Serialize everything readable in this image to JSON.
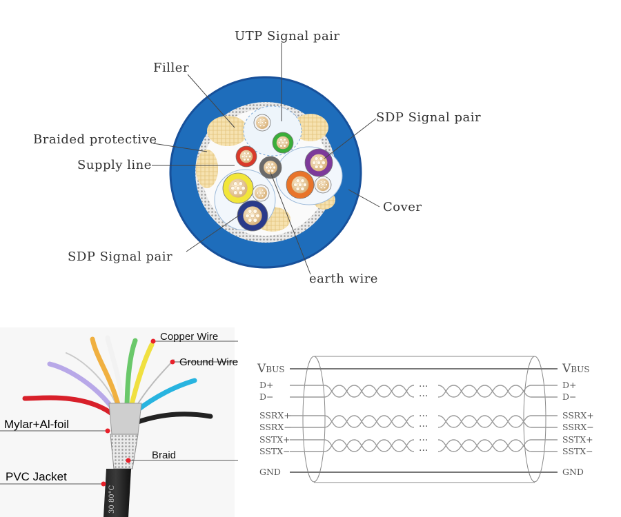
{
  "cross_section": {
    "labels": {
      "utp": "UTP Signal pair",
      "filler": "Filler",
      "sdp_right": "SDP Signal pair",
      "braided": "Braided protective",
      "supply": "Supply line",
      "cover": "Cover",
      "sdp_left": "SDP Signal pair",
      "earth": "earth wire"
    },
    "colors": {
      "jacket": "#1e6dbb",
      "jacket_dark": "#17509a",
      "filler": "#f3dca6",
      "core_red": "#d93a2a",
      "core_green": "#3aae3a",
      "core_purple": "#7d3a9a",
      "core_orange": "#e8742a",
      "core_yellow": "#f2e63a",
      "core_navy": "#2a3a8a",
      "core_gray": "#6a6a6a"
    }
  },
  "cable_photo": {
    "labels": {
      "copper": "Copper Wire",
      "ground": "Ground Wire",
      "mylar": "Mylar+Al-foil",
      "braid": "Braid",
      "pvc": "PVC Jacket"
    },
    "jacket_print": "30 80°C",
    "marker_color": "#e8202a"
  },
  "signal_diagram": {
    "vbus_main": "V",
    "vbus_sub": "BUS",
    "signals": [
      "D+",
      "D−",
      "SSRX+",
      "SSRX−",
      "SSTX+",
      "SSTX−",
      "GND"
    ],
    "ellipsis": "···"
  }
}
